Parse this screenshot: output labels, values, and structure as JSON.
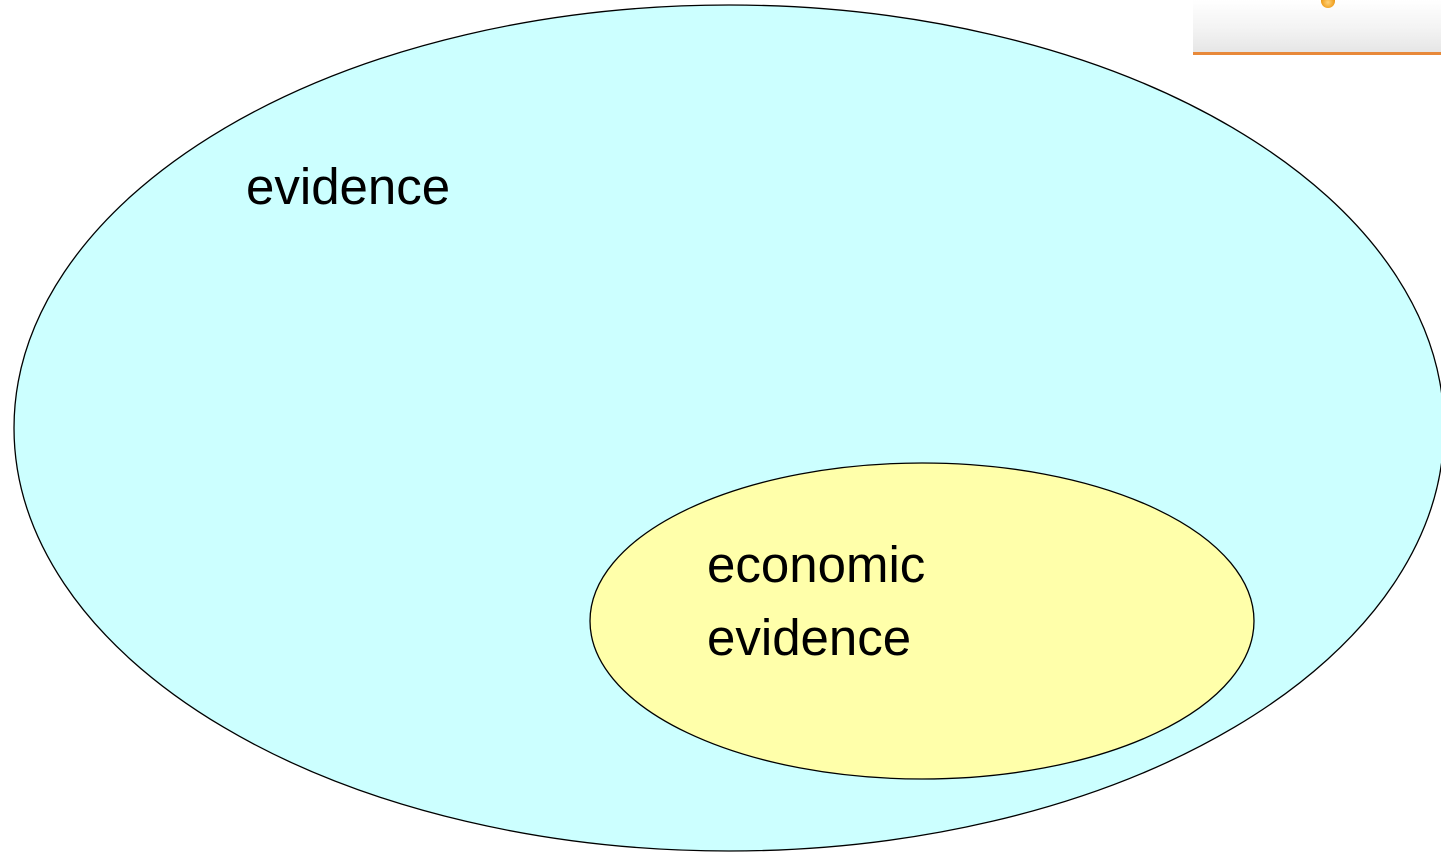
{
  "diagram": {
    "outer_set": {
      "label": "evidence",
      "fill_color": "#ccffff"
    },
    "inner_set": {
      "label_line1": "economic",
      "label_line2": "evidence",
      "fill_color": "#ffffaa"
    },
    "outline_color": "#000000"
  },
  "corner_logo": {
    "icon": "orange-globe-icon",
    "accent_color": "#e8893a"
  }
}
